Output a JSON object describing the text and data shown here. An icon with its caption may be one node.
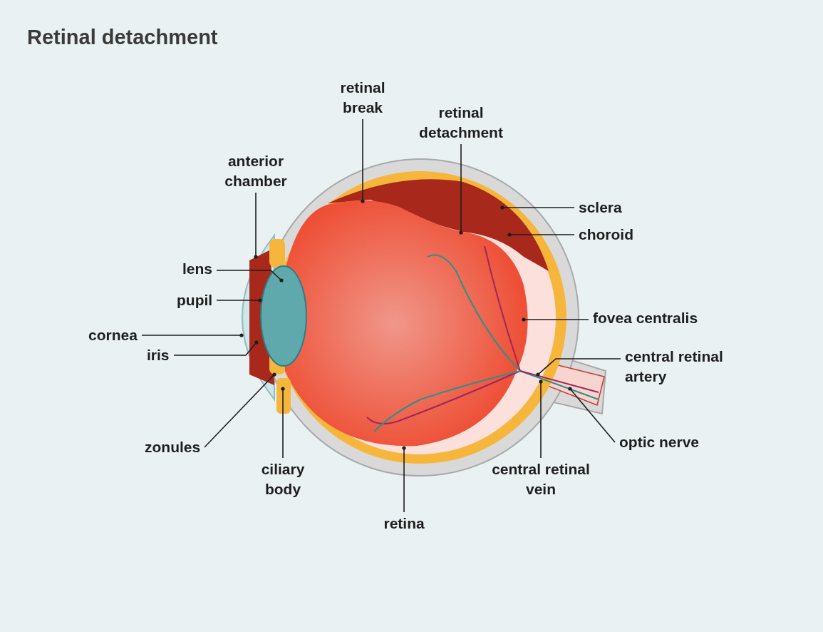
{
  "diagram": {
    "title": "Retinal detachment",
    "nodes": [
      {
        "text": [
          "retinal break"
        ]
      },
      {
        "text": [
          "retinal detachment"
        ]
      },
      {
        "text": [
          "anterior chamber"
        ]
      },
      {
        "text": [
          "sclera"
        ]
      },
      {
        "text": [
          "choroid"
        ]
      },
      {
        "text": [
          "lens"
        ]
      },
      {
        "text": [
          "pupil"
        ]
      },
      {
        "text": [
          "fovea centralis"
        ]
      },
      {
        "text": [
          "cornea"
        ]
      },
      {
        "text": [
          "iris"
        ]
      },
      {
        "text": [
          "central retinal artery"
        ]
      },
      {
        "text": [
          "zonules"
        ]
      },
      {
        "text": [
          "optic nerve"
        ]
      },
      {
        "text": [
          "ciliary body"
        ]
      },
      {
        "text": [
          "central retinal vein"
        ]
      },
      {
        "text": [
          "retina"
        ]
      }
    ],
    "edges": [
      {
        "from": 0,
        "to": null,
        "arrow": "other"
      },
      {
        "from": 1,
        "to": null,
        "arrow": "other"
      },
      {
        "from": 2,
        "to": null,
        "arrow": "other"
      },
      {
        "from": 3,
        "to": null,
        "arrow": "other"
      },
      {
        "from": 4,
        "to": null,
        "arrow": "other"
      },
      {
        "from": 5,
        "to": null,
        "arrow": "other"
      },
      {
        "from": 6,
        "to": null,
        "arrow": "other"
      },
      {
        "from": 7,
        "to": null,
        "arrow": "other"
      },
      {
        "from": 8,
        "to": null,
        "arrow": "other"
      },
      {
        "from": 9,
        "to": null,
        "arrow": "other"
      },
      {
        "from": 10,
        "to": null,
        "arrow": "other"
      },
      {
        "from": 11,
        "to": null,
        "arrow": "other"
      },
      {
        "from": 12,
        "to": null,
        "arrow": "other"
      },
      {
        "from": 13,
        "to": null,
        "arrow": "other"
      },
      {
        "from": 14,
        "to": null,
        "arrow": "other"
      },
      {
        "from": 15,
        "to": null,
        "arrow": "other"
      }
    ]
  }
}
